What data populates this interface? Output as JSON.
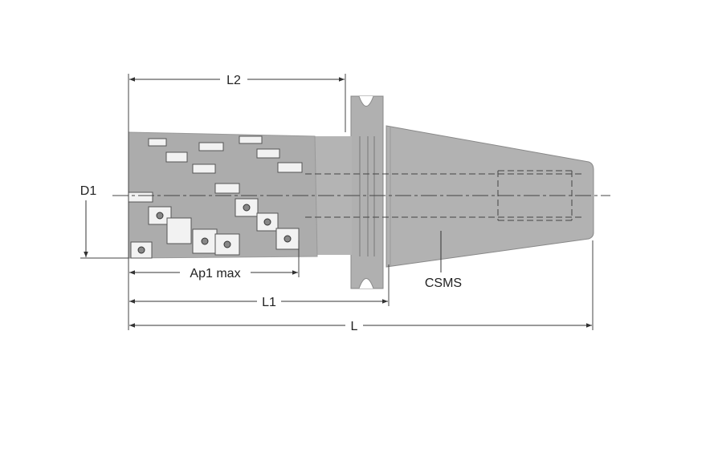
{
  "dimensions": {
    "l2": "L2",
    "d1": "D1",
    "ap1_max": "Ap1 max",
    "l1": "L1",
    "l": "L"
  },
  "callouts": {
    "shank": "CSMS"
  },
  "colors": {
    "body": "#b2b2b2",
    "line": "#333333",
    "insert": "#f2f2f2"
  }
}
